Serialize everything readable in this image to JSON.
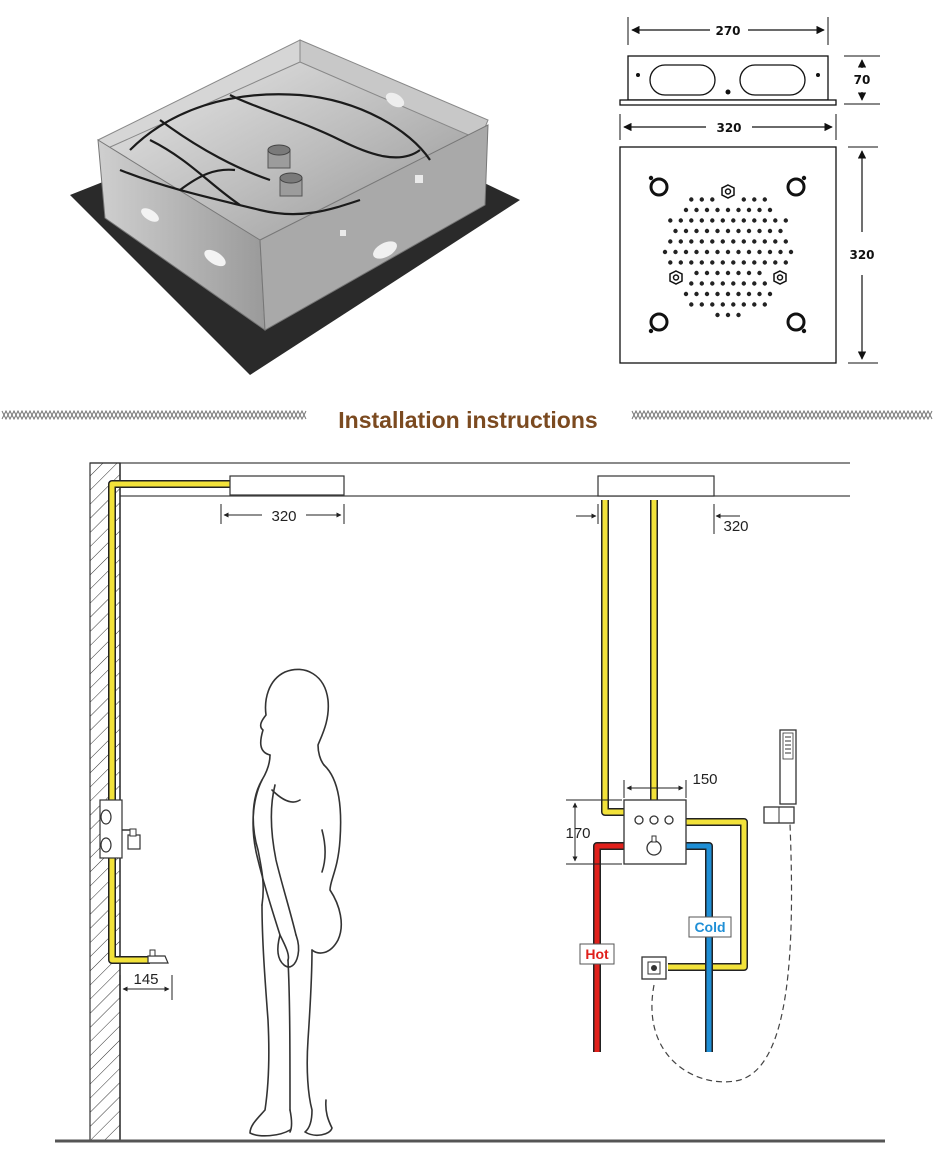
{
  "product_photo": {
    "kind": "recessed-shower-housing"
  },
  "drawing": {
    "top_width": "270",
    "top_height": "70",
    "plate_width": "320",
    "plate_height": "320"
  },
  "section_title": "Installation instructions",
  "side_view": {
    "head_width": "320",
    "spout_offset": "145"
  },
  "front_view": {
    "head_width": "320",
    "valve_width": "150",
    "valve_height": "170",
    "hot_label": "Hot",
    "cold_label": "Cold"
  },
  "colors": {
    "title": "#7b4a20",
    "pipe_yellow": "#f2e23a",
    "hot": "#e0201b",
    "cold": "#1f8fd6",
    "ornament": "#777777"
  }
}
